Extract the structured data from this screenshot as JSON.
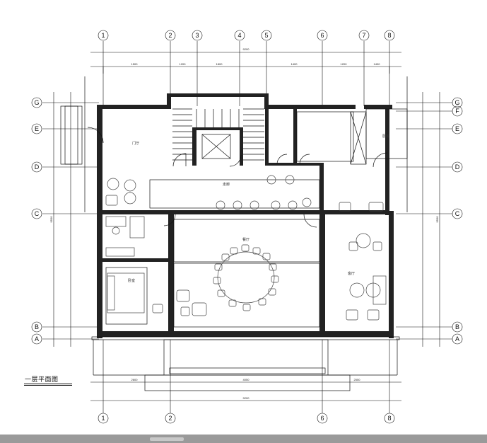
{
  "plan": {
    "title": "一层平面图",
    "top_axes": [
      "1",
      "2",
      "3",
      "4",
      "5",
      "6",
      "7",
      "8"
    ],
    "bottom_axes": [
      "1",
      "2",
      "6",
      "8"
    ],
    "left_axes": [
      "G",
      "E",
      "D",
      "C",
      "B",
      "A"
    ],
    "right_axes": [
      "G",
      "F",
      "E",
      "D",
      "C",
      "B",
      "A"
    ],
    "top_overall_dimension": "9200",
    "top_segment_dimensions": [
      "1500",
      "1200",
      "1800",
      "1400",
      "1200",
      "1400"
    ],
    "bottom_overall_dimension": "9200",
    "bottom_segment_dimensions": [
      "2600",
      "4050",
      "2550"
    ],
    "left_overall_dimension": "9500",
    "right_overall_dimension": "9500",
    "rooms": {
      "entry": "门厅",
      "dining": "餐厅",
      "living": "客厅",
      "bedroom": "卧室",
      "corridor": "走廊",
      "kitchen": "厨房"
    }
  },
  "colors": {
    "line": "#111111",
    "wall_fill": "#222222",
    "furniture": "#444444",
    "taskbar": "#9a9a9a"
  }
}
